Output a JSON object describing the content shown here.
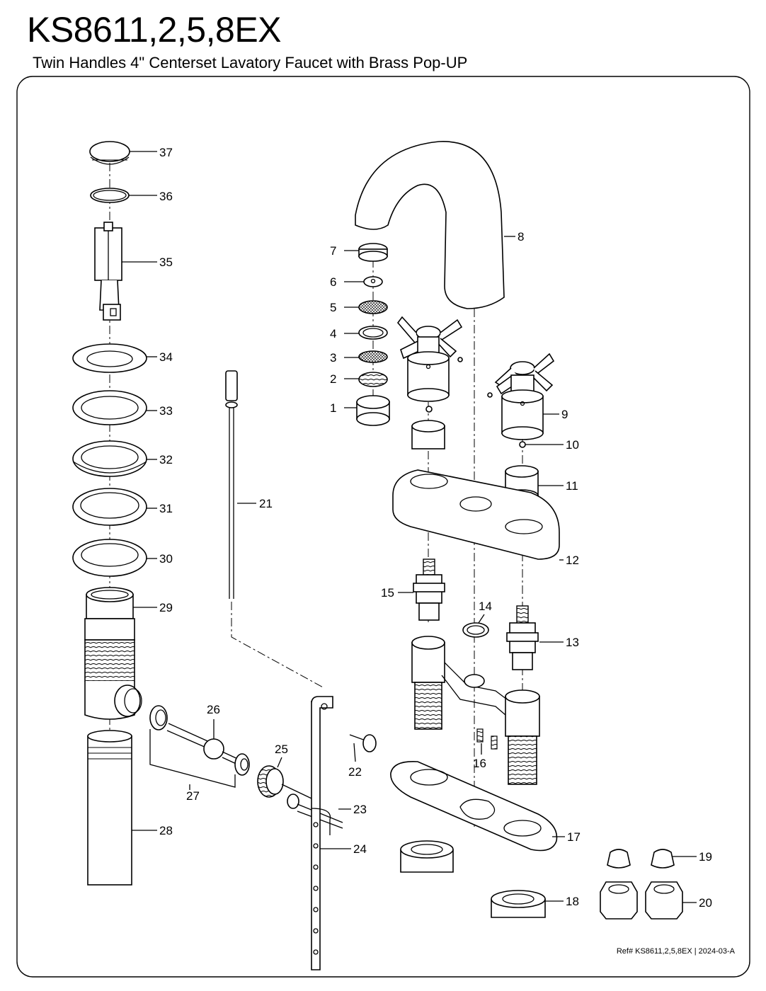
{
  "header": {
    "model": "KS8611,2,5,8EX",
    "subtitle": "Twin Handles 4\" Centerset Lavatory Faucet with Brass Pop-UP"
  },
  "footer": {
    "ref": "Ref# KS8611,2,5,8EX | 2024-03-A"
  },
  "callouts": [
    "1",
    "2",
    "3",
    "4",
    "5",
    "6",
    "7",
    "8",
    "9",
    "10",
    "11",
    "12",
    "13",
    "14",
    "15",
    "16",
    "17",
    "18",
    "19",
    "20",
    "21",
    "22",
    "23",
    "24",
    "25",
    "26",
    "27",
    "28",
    "29",
    "30",
    "31",
    "32",
    "33",
    "34",
    "35",
    "36",
    "37"
  ]
}
